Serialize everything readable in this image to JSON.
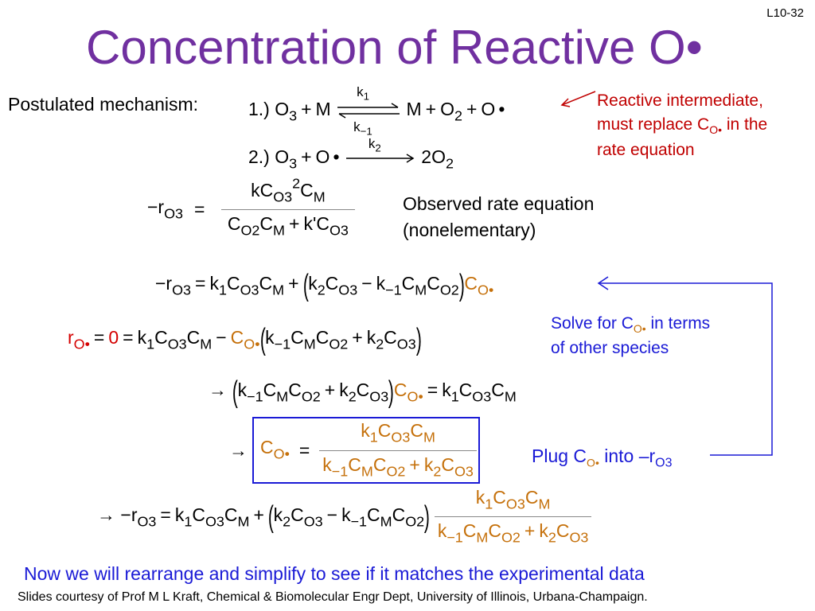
{
  "slide": {
    "number": "L10-32",
    "title": "Concentration of Reactive O•"
  },
  "mechanism": {
    "label": "Postulated mechanism:",
    "step1_prefix": "1.) ",
    "step2_prefix": "2.) ",
    "species_O3": "O",
    "species_O2": "O",
    "species_M": "M",
    "species_O_radical": "O",
    "radical_dot": "•",
    "sub_3": "3",
    "sub_2": "2",
    "k1": "k",
    "k1_sub": "1",
    "k_minus1_sub": "−1",
    "k2_sub": "2",
    "product_2O2": "2O"
  },
  "annotations": {
    "reactive_intermediate_1": "Reactive intermediate,",
    "reactive_intermediate_2": "must replace C",
    "reactive_intermediate_3": " in the",
    "reactive_intermediate_4": "rate equation",
    "observed_1": "Observed rate equation",
    "observed_2": "(nonelementary)",
    "solve_1": "Solve for C",
    "solve_2": " in terms",
    "solve_3": "of other species",
    "plug_1": "Plug C",
    "plug_2": " into –r",
    "plug_3": "O3"
  },
  "footer": {
    "summary": "Now we will rearrange and simplify to see if it matches the experimental data",
    "credit": "Slides courtesy of Prof M L Kraft, Chemical & Biomolecular Engr Dept, University of Illinois, Urbana-Champaign."
  },
  "colors": {
    "title": "#7030a0",
    "intermediate_annotation": "#c00000",
    "concentration_highlight": "#c5700a",
    "blue_text": "#1a1ad6",
    "red_rate": "#d40000"
  }
}
